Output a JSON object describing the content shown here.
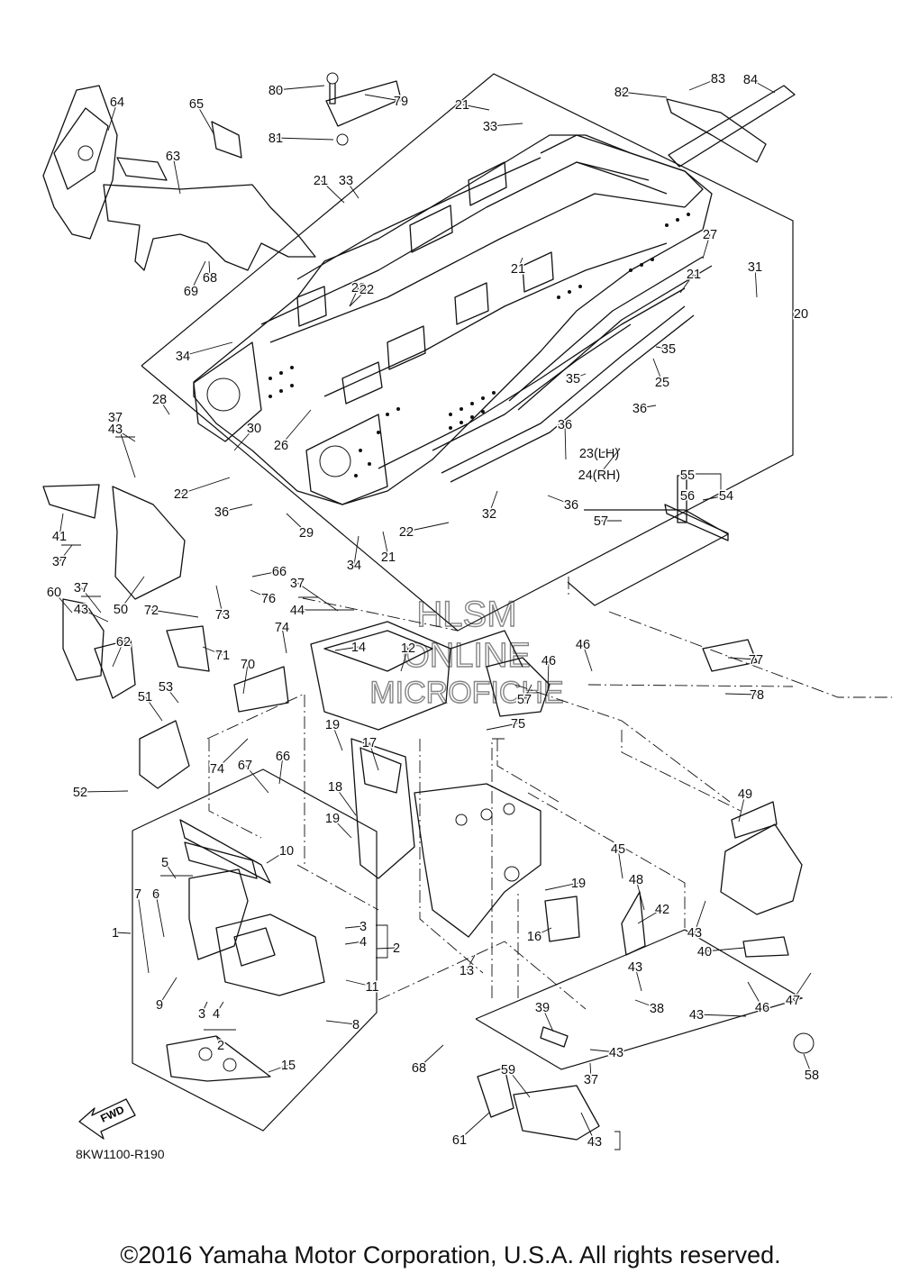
{
  "watermark": {
    "line1": "HLSM",
    "line2": "ONLINE",
    "line3": "MICROFICHE"
  },
  "fwd_label": "FWD",
  "drawing_code": "8KW1100-R190",
  "copyright": "©2016 Yamaha Motor Corporation, U.S.A. All rights reserved.",
  "callouts": [
    "1",
    "2",
    "2",
    "3",
    "3",
    "4",
    "4",
    "5",
    "6",
    "7",
    "8",
    "9",
    "10",
    "11",
    "12",
    "13",
    "14",
    "15",
    "16",
    "17",
    "18",
    "19",
    "19",
    "19",
    "20",
    "21",
    "21",
    "21",
    "21",
    "21",
    "22",
    "22",
    "22",
    "22",
    "23(LH)",
    "24(RH)",
    "25",
    "26",
    "27",
    "28",
    "29",
    "30",
    "31",
    "32",
    "33",
    "33",
    "34",
    "34",
    "35",
    "35",
    "36",
    "36",
    "36",
    "36",
    "37",
    "37",
    "37",
    "37",
    "37",
    "38",
    "39",
    "40",
    "41",
    "42",
    "43",
    "43",
    "43",
    "43",
    "43",
    "43",
    "43",
    "44",
    "45",
    "46",
    "46",
    "46",
    "47",
    "48",
    "49",
    "50",
    "51",
    "52",
    "53",
    "54",
    "55",
    "56",
    "57",
    "57",
    "58",
    "59",
    "60",
    "61",
    "62",
    "63",
    "64",
    "65",
    "66",
    "66",
    "67",
    "68",
    "68",
    "69",
    "70",
    "71",
    "72",
    "73",
    "74",
    "74",
    "75",
    "76",
    "77",
    "78",
    "79",
    "80",
    "81",
    "82",
    "83",
    "84"
  ]
}
